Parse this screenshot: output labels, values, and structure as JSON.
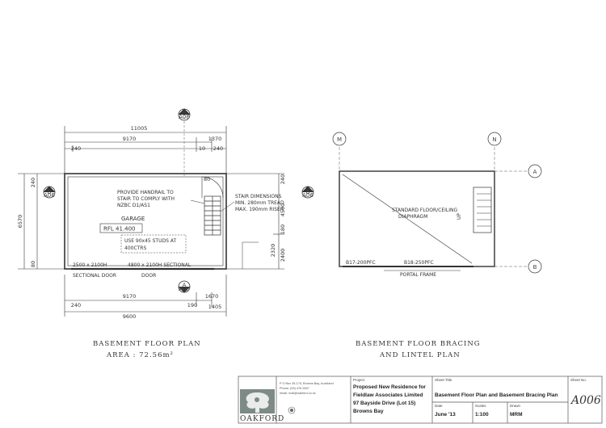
{
  "plan_left": {
    "title": "BASEMENT FLOOR PLAN",
    "area": "AREA : 72.56m²",
    "room_label": "GARAGE",
    "rfl": "RFL 41.400",
    "note_handrail": [
      "PROVIDE HANDRAIL TO",
      "STAIR TO COMPLY WITH",
      "NZBC D1/AS1"
    ],
    "note_stair": [
      "STAIR DIMENSIONS",
      "MIN. 280mm TREAD",
      "MAX. 190mm RISER"
    ],
    "note_studs": [
      "USE 90x45 STUDS AT",
      "400CTRS"
    ],
    "opening_1": "2500 x 2100H",
    "opening_2": "4800 x 2100H SECTIONAL",
    "door_1": "SECTIONAL DOOR",
    "door_2": "DOOR",
    "dim_top_overall": "11005",
    "dim_top_inner": "9170",
    "dim_top_right": "1370",
    "dim_top_left_small": "240",
    "dim_top_right_small": "240",
    "dim_top_mid_small": "10",
    "dim_left_overall": "6570",
    "dim_left_top": "240",
    "dim_left_bottom": "80",
    "dim_right_top": "240",
    "dim_right_mid": "4500",
    "dim_right_a": "180",
    "dim_right_b": "2320",
    "dim_right_c": "2400",
    "dim_bottom_inner": "9170",
    "dim_bottom_overall": "9600",
    "dim_bottom_left_small": "240",
    "dim_bottom_mid_small": "190",
    "dim_bottom_right_a": "1670",
    "dim_bottom_right_b": "1405",
    "stair_small": "80",
    "section_A": "A",
    "section_B": "B",
    "section_ref": "A06"
  },
  "plan_right": {
    "title_line1": "BASEMENT FLOOR BRACING",
    "title_line2": "AND LINTEL PLAN",
    "diaphragm": [
      "STANDARD FLOOR/CEILING",
      "DIAPHRAGM"
    ],
    "lintel_1": "B17-200PFC",
    "lintel_2": "B18-250PFC",
    "portal": "PORTAL FRAME",
    "stair_note": "UP",
    "grid_M": "M",
    "grid_N": "N",
    "grid_A": "A",
    "grid_B": "B"
  },
  "title_block": {
    "firm_address": "P O Box 35-175, Browns Bay, Auckland",
    "firm_phone": "Phone: (09) 476 2657",
    "firm_email": "email: mail@oakford.co.nz",
    "logo": "OAKFORD",
    "project_label": "Project",
    "project_lines": [
      "Proposed New Residence for",
      "Fieldlaw Associates Limited",
      "97 Bayside Drive (Lot 15)",
      "Browns Bay"
    ],
    "sheet_title_label": "Sheet Title",
    "sheet_title": "Basement Floor Plan and Basement Bracing Plan",
    "date_label": "Date",
    "date": "June '13",
    "scales_label": "Scales",
    "scale": "1:100",
    "drawn_label": "Drawn",
    "drawn": "MRM",
    "sheet_no_label": "Sheet No.",
    "sheet_no": "A006"
  }
}
